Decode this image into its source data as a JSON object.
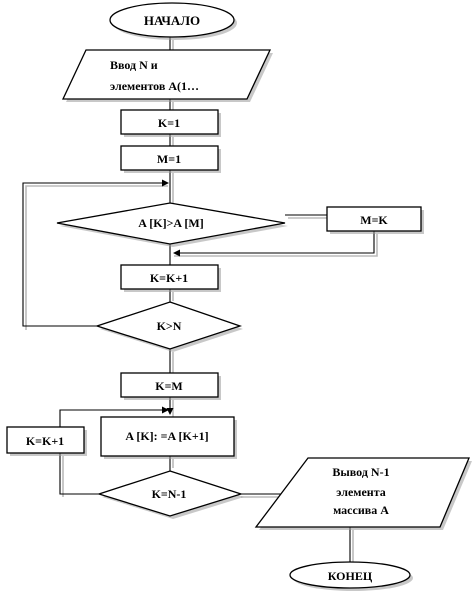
{
  "nodes": {
    "start": "НАЧАЛО",
    "input_line1": "Ввод  N и",
    "input_line2": "элементов А(1…",
    "k_init": "K=1",
    "m_init": "M=1",
    "compare": "A [K]>A [M]",
    "m_assign": "M=K",
    "k_incr_1": "K=K+1",
    "k_gt_n": "K>N",
    "k_assign_m": "K=M",
    "shift": "A [K]: =A [K+1]",
    "k_incr_2": "K=K+1",
    "k_eq_n1": "K=N-1",
    "output_line1": "Вывод N-1",
    "output_line2": "элемента",
    "output_line3": "массива А",
    "end": "КОНЕЦ"
  }
}
